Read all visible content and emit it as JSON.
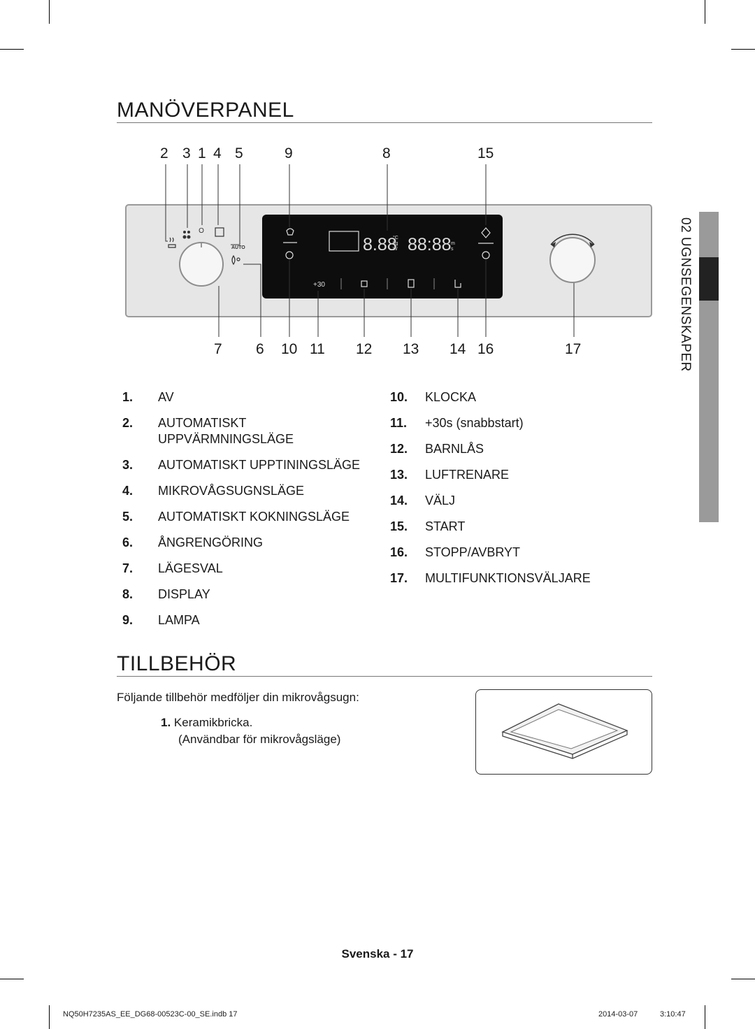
{
  "section1": {
    "title": "MANÖVERPANEL"
  },
  "panel": {
    "auto_label": "AUTO",
    "display": {
      "digits1": "8.88",
      "unit_c": "°C",
      "unit_kg": "kg",
      "unit_w": "W",
      "digits2": "88:88",
      "unit_m": "m",
      "unit_s": "s",
      "plus30": "+30"
    },
    "callouts_top": [
      "2",
      "3",
      "1",
      "4",
      "5",
      "9",
      "8",
      "15"
    ],
    "callouts_bottom": [
      "7",
      "6",
      "10",
      "11",
      "12",
      "13",
      "14",
      "16",
      "17"
    ]
  },
  "legend_left": [
    {
      "num": "1.",
      "label": "AV"
    },
    {
      "num": "2.",
      "label": "AUTOMATISKT\nUPPVÄRMNINGSLÄGE"
    },
    {
      "num": "3.",
      "label": "AUTOMATISKT UPPTININGSLÄGE"
    },
    {
      "num": "4.",
      "label": "MIKROVÅGSUGNSLÄGE"
    },
    {
      "num": "5.",
      "label": "AUTOMATISKT KOKNINGSLÄGE"
    },
    {
      "num": "6.",
      "label": "ÅNGRENGÖRING"
    },
    {
      "num": "7.",
      "label": "LÄGESVAL"
    },
    {
      "num": "8.",
      "label": "DISPLAY"
    },
    {
      "num": "9.",
      "label": "LAMPA"
    }
  ],
  "legend_right": [
    {
      "num": "10.",
      "label": "KLOCKA"
    },
    {
      "num": "11.",
      "label": "+30s (snabbstart)"
    },
    {
      "num": "12.",
      "label": "BARNLÅS"
    },
    {
      "num": "13.",
      "label": "LUFTRENARE"
    },
    {
      "num": "14.",
      "label": "VÄLJ"
    },
    {
      "num": "15.",
      "label": "START"
    },
    {
      "num": "16.",
      "label": "STOPP/AVBRYT"
    },
    {
      "num": "17.",
      "label": "MULTIFUNKTIONSVÄLJARE"
    }
  ],
  "section2": {
    "title": "TILLBEHÖR",
    "intro": "Följande tillbehör medföljer din mikrovågsugn:",
    "item_num": "1.",
    "item_name": "Keramikbricka.",
    "item_note": "(Användbar för mikrovågsläge)"
  },
  "side_tab": {
    "text": "02  UGNSEGENSKAPER"
  },
  "footer": {
    "page_label": "Svenska - 17",
    "slug_file": "NQ50H7235AS_EE_DG68-00523C-00_SE.indb   17",
    "slug_date": "2014-03-07",
    "slug_time": "3:10:47"
  },
  "colors": {
    "panel_bg": "#e6e6e6",
    "display_bg": "#0d0d0d",
    "tab_gray": "#9a9a9a",
    "tab_dark": "#222222"
  }
}
